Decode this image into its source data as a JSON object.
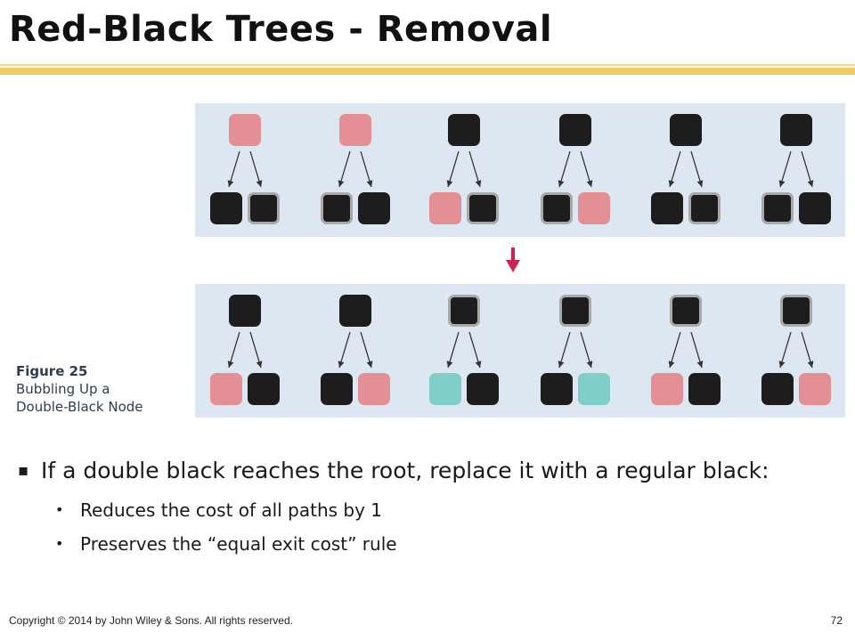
{
  "slide": {
    "title": "Red-Black Trees - Removal"
  },
  "figure": {
    "label": "Figure 25",
    "caption_line1": "Bubbling Up a",
    "caption_line2": "Double-Black Node",
    "colors": {
      "black": "#1d1d1d",
      "red": "#e38f94",
      "teal": "#7fcfc8",
      "panel": "#dce7f2",
      "arrow": "#d1224f"
    },
    "before": [
      {
        "parent": "red",
        "left": "black",
        "right": "double-black"
      },
      {
        "parent": "red",
        "left": "double-black",
        "right": "black"
      },
      {
        "parent": "black",
        "left": "red",
        "right": "double-black"
      },
      {
        "parent": "black",
        "left": "double-black",
        "right": "red"
      },
      {
        "parent": "black",
        "left": "black",
        "right": "double-black"
      },
      {
        "parent": "black",
        "left": "double-black",
        "right": "black"
      }
    ],
    "after": [
      {
        "parent": "black",
        "left": "red",
        "right": "black"
      },
      {
        "parent": "black",
        "left": "black",
        "right": "red"
      },
      {
        "parent": "double-black",
        "left": "teal",
        "right": "black"
      },
      {
        "parent": "double-black",
        "left": "black",
        "right": "teal"
      },
      {
        "parent": "double-black",
        "left": "red",
        "right": "black"
      },
      {
        "parent": "double-black",
        "left": "black",
        "right": "red"
      }
    ]
  },
  "bullets": {
    "main": "If a double black reaches the root, replace it with a regular black:",
    "sub": [
      "Reduces the cost of all paths by 1",
      "Preserves the “equal exit cost” rule"
    ]
  },
  "footer": {
    "copyright": "Copyright © 2014 by John Wiley & Sons.  All rights reserved.",
    "page_number": "72"
  }
}
